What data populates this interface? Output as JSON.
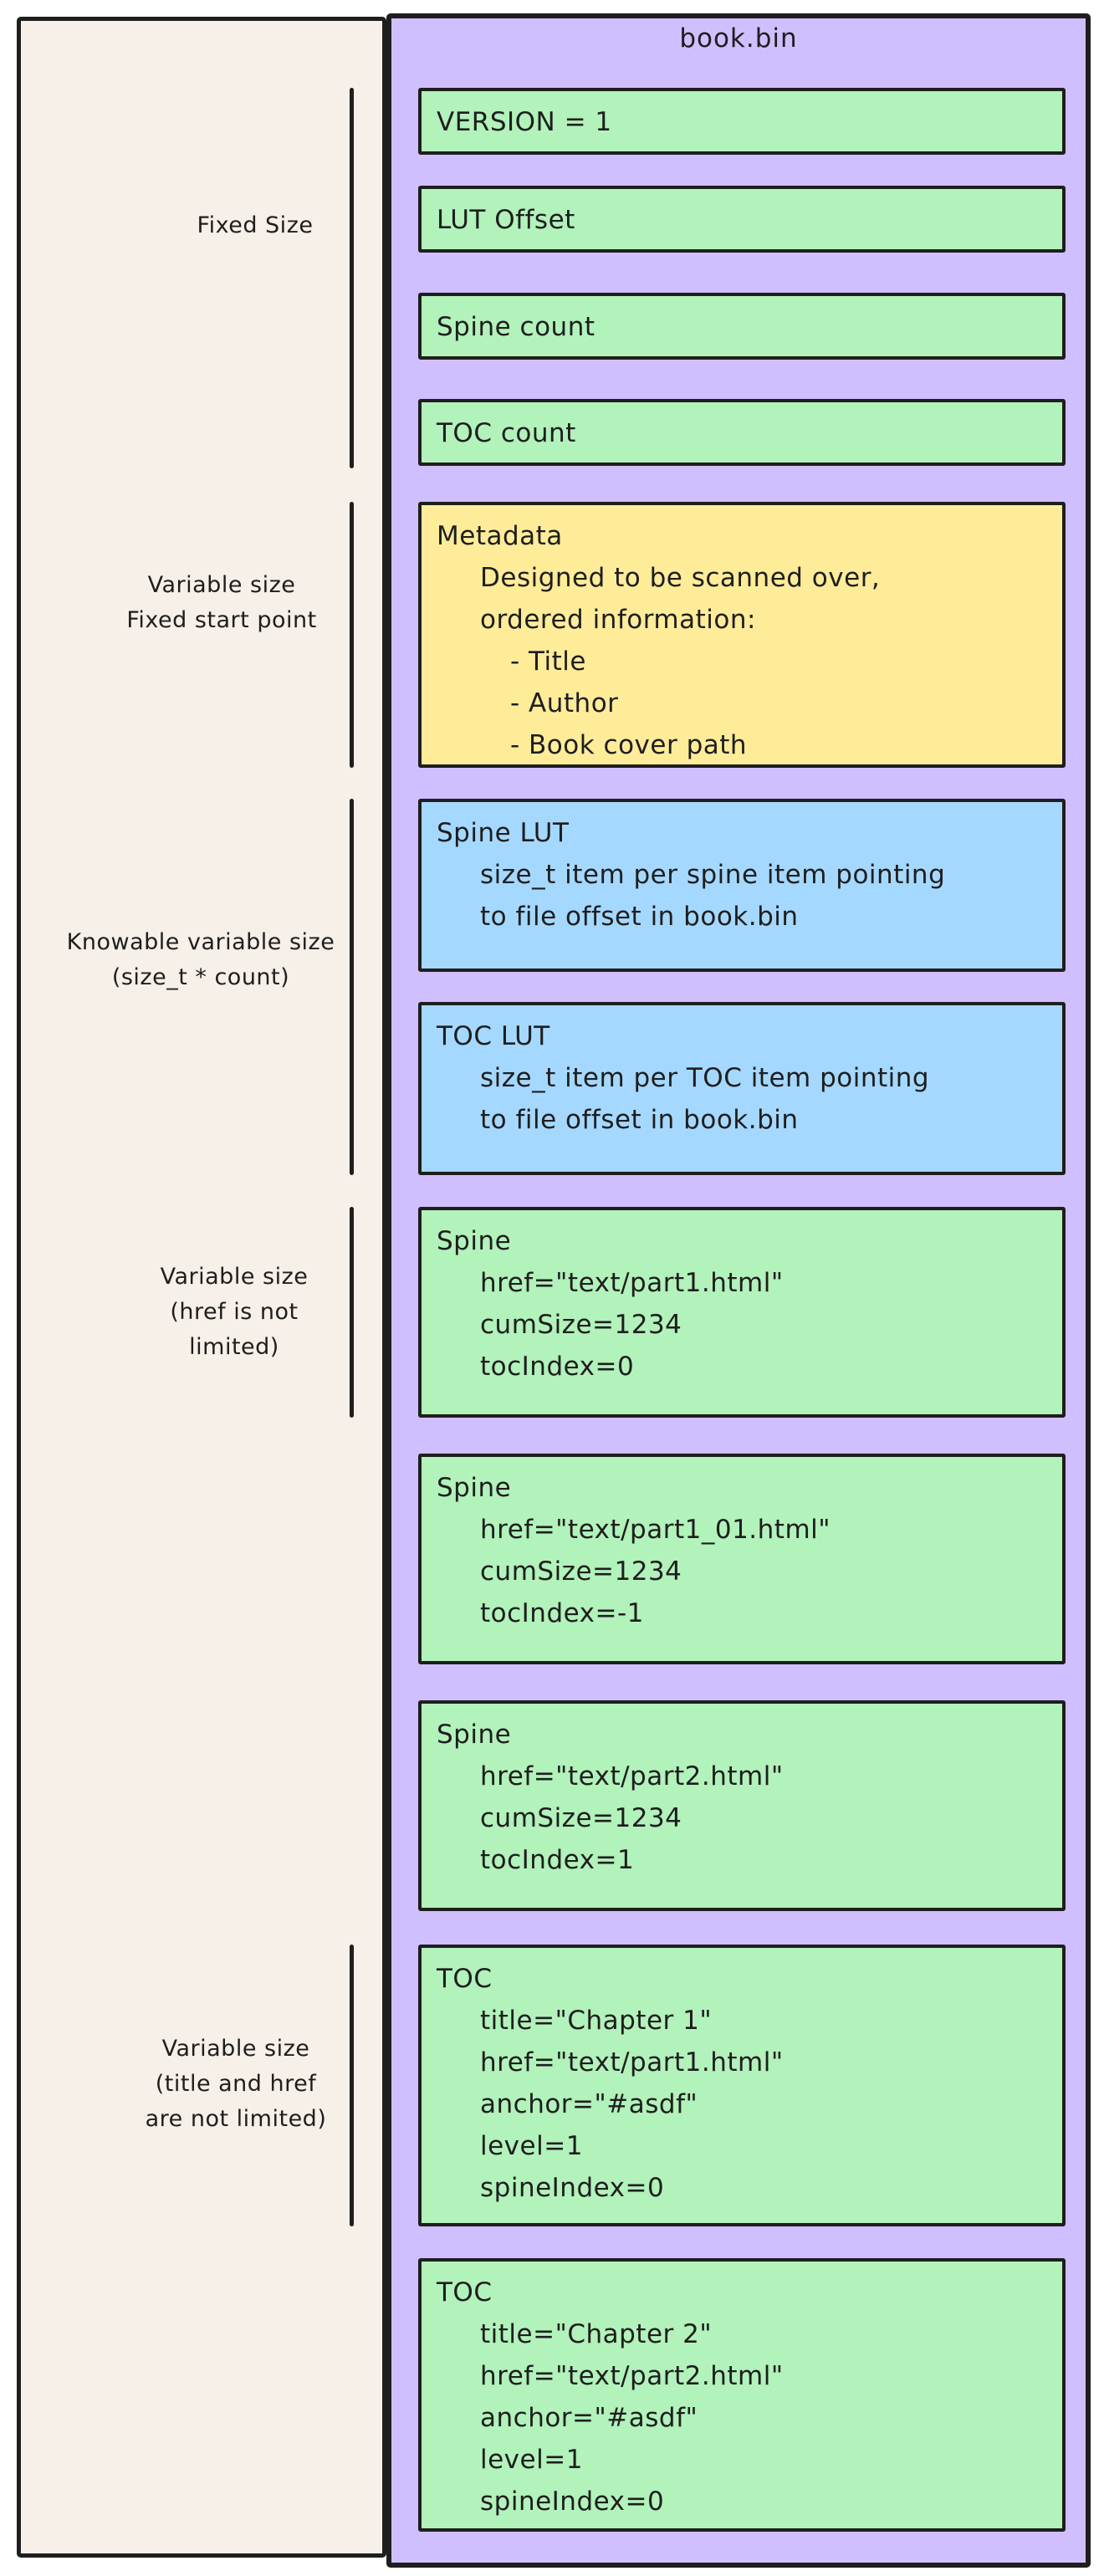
{
  "title": "book.bin",
  "colors": {
    "canvas_background": "#ffffff",
    "label_panel_background": "#f6f0e8",
    "container_background": "#d0bfff",
    "stroke": "#1e1e1e",
    "field_green": "#b2f2bb",
    "field_yellow": "#ffec99",
    "field_blue": "#a5d8ff"
  },
  "left_labels": [
    {
      "lines": [
        "Fixed Size"
      ]
    },
    {
      "lines": [
        "Variable size",
        "Fixed start point"
      ]
    },
    {
      "lines": [
        "Knowable variable size",
        "(size_t * count)"
      ]
    },
    {
      "lines": [
        "Variable size",
        "(href is not",
        "limited)"
      ]
    },
    {
      "lines": [
        "Variable size",
        "(title and href",
        "are not limited)"
      ]
    }
  ],
  "boxes": [
    {
      "id": "version",
      "color": "green",
      "lines": [
        "VERSION = 1"
      ]
    },
    {
      "id": "lut-offset",
      "color": "green",
      "lines": [
        "LUT Offset"
      ]
    },
    {
      "id": "spine-count",
      "color": "green",
      "lines": [
        "Spine count"
      ]
    },
    {
      "id": "toc-count",
      "color": "green",
      "lines": [
        "TOC count"
      ]
    },
    {
      "id": "metadata",
      "color": "yellow",
      "lines": [
        "Metadata",
        "Designed to be scanned over,",
        "ordered information:",
        "- Title",
        "- Author",
        "- Book cover path"
      ]
    },
    {
      "id": "spine-lut",
      "color": "blue",
      "lines": [
        "Spine LUT",
        "size_t item per spine item pointing",
        "to file offset in book.bin"
      ]
    },
    {
      "id": "toc-lut",
      "color": "blue",
      "lines": [
        "TOC LUT",
        "size_t item per TOC item pointing",
        "to file offset in book.bin"
      ]
    },
    {
      "id": "spine-1",
      "color": "green",
      "lines": [
        "Spine",
        "href=\"text/part1.html\"",
        "cumSize=1234",
        "tocIndex=0"
      ]
    },
    {
      "id": "spine-2",
      "color": "green",
      "lines": [
        "Spine",
        "href=\"text/part1_01.html\"",
        "cumSize=1234",
        "tocIndex=-1"
      ]
    },
    {
      "id": "spine-3",
      "color": "green",
      "lines": [
        "Spine",
        "href=\"text/part2.html\"",
        "cumSize=1234",
        "tocIndex=1"
      ]
    },
    {
      "id": "toc-1",
      "color": "green",
      "lines": [
        "TOC",
        "title=\"Chapter 1\"",
        "href=\"text/part1.html\"",
        "anchor=\"#asdf\"",
        "level=1",
        "spineIndex=0"
      ]
    },
    {
      "id": "toc-2",
      "color": "green",
      "lines": [
        "TOC",
        "title=\"Chapter 2\"",
        "href=\"text/part2.html\"",
        "anchor=\"#asdf\"",
        "level=1",
        "spineIndex=0"
      ]
    }
  ]
}
